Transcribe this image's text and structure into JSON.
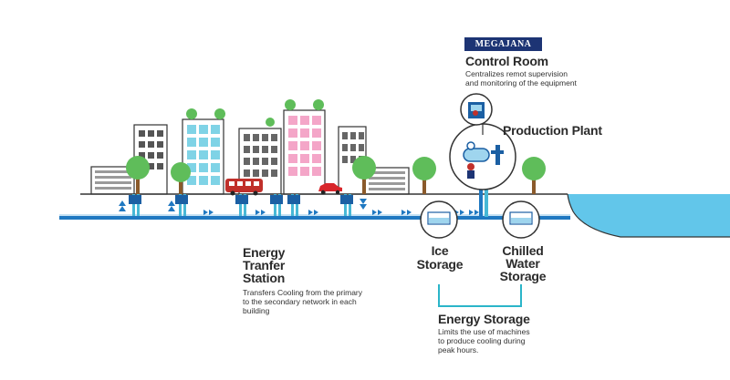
{
  "brand": "MEGAJANA",
  "control_room": {
    "title": "Control Room",
    "desc_line1": "Centralizes remot supervision",
    "desc_line2": "and monitoring of the equipment"
  },
  "production_plant": {
    "title": "Production Plant"
  },
  "energy_transfer": {
    "title_line1": "Energy",
    "title_line2": "Tranfer",
    "title_line3": "Station",
    "desc_line1": "Transfers Cooling from the primary",
    "desc_line2": "to the secondary network in each",
    "desc_line3": "building"
  },
  "ice_storage": {
    "line1": "Ice",
    "line2": "Storage"
  },
  "chilled_storage": {
    "line1": "Chilled",
    "line2": "Water",
    "line3": "Storage"
  },
  "energy_storage": {
    "title": "Energy Storage",
    "desc_line1": "Limits the use of machines",
    "desc_line2": "to produce cooling during",
    "desc_line3": "peak hours."
  },
  "colors": {
    "pipe": "#1f78c1",
    "pipe_dark": "#1b5fa3",
    "accent_cyan": "#47b8d6",
    "tree": "#5fbd5a",
    "trunk": "#8a5a2b",
    "pink": "#f4a6c8",
    "water": "#62c6ea",
    "bracket": "#2bb5c9",
    "brand_bg": "#1d3474"
  }
}
